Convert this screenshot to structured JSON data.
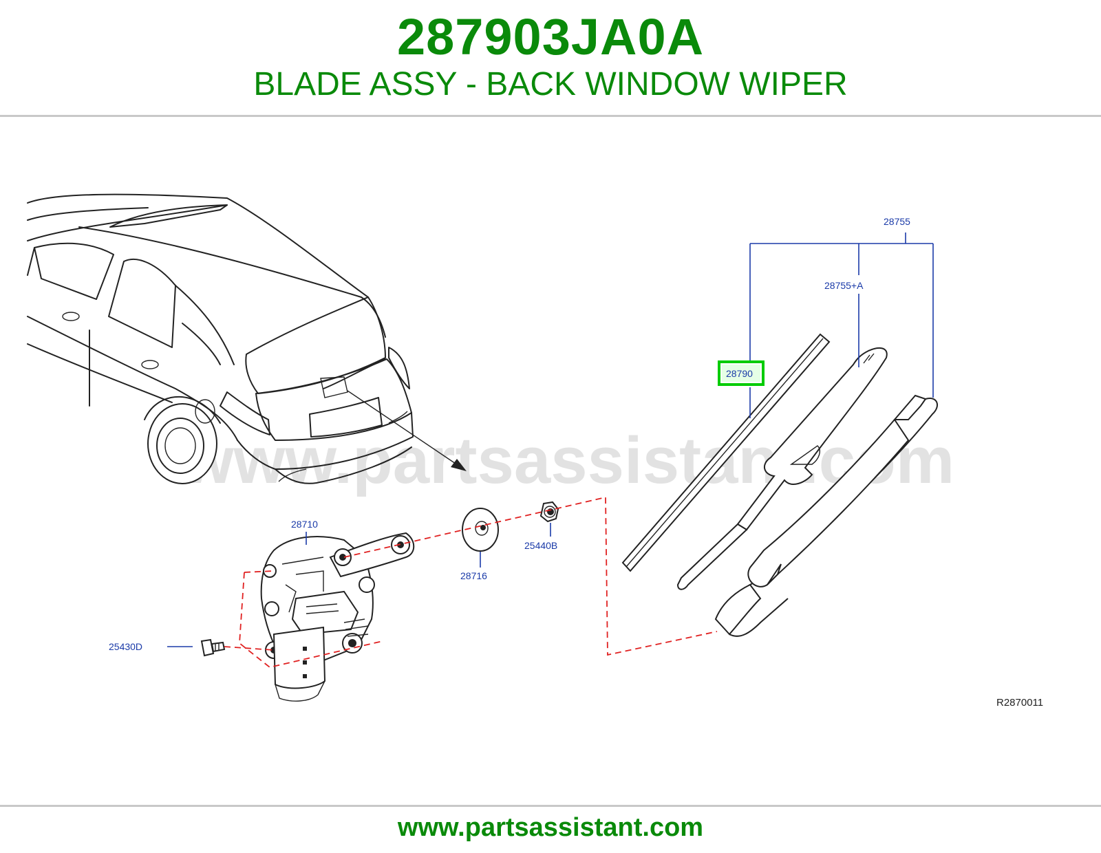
{
  "header": {
    "part_number": "287903JA0A",
    "part_name": "BLADE ASSY - BACK WINDOW WIPER"
  },
  "diagram": {
    "watermark": "www.partsassistant.com",
    "reference_code": "R2870011",
    "labels": {
      "arm_set": "28755",
      "arm": "28755+A",
      "blade": "28790",
      "motor": "28710",
      "seal": "28716",
      "nut": "25440B",
      "bolt": "25430D"
    },
    "highlight_color": "#00cc00",
    "label_color": "#1a3aa8",
    "title_color": "#0a8a0a"
  },
  "footer": {
    "url": "www.partsassistant.com"
  }
}
